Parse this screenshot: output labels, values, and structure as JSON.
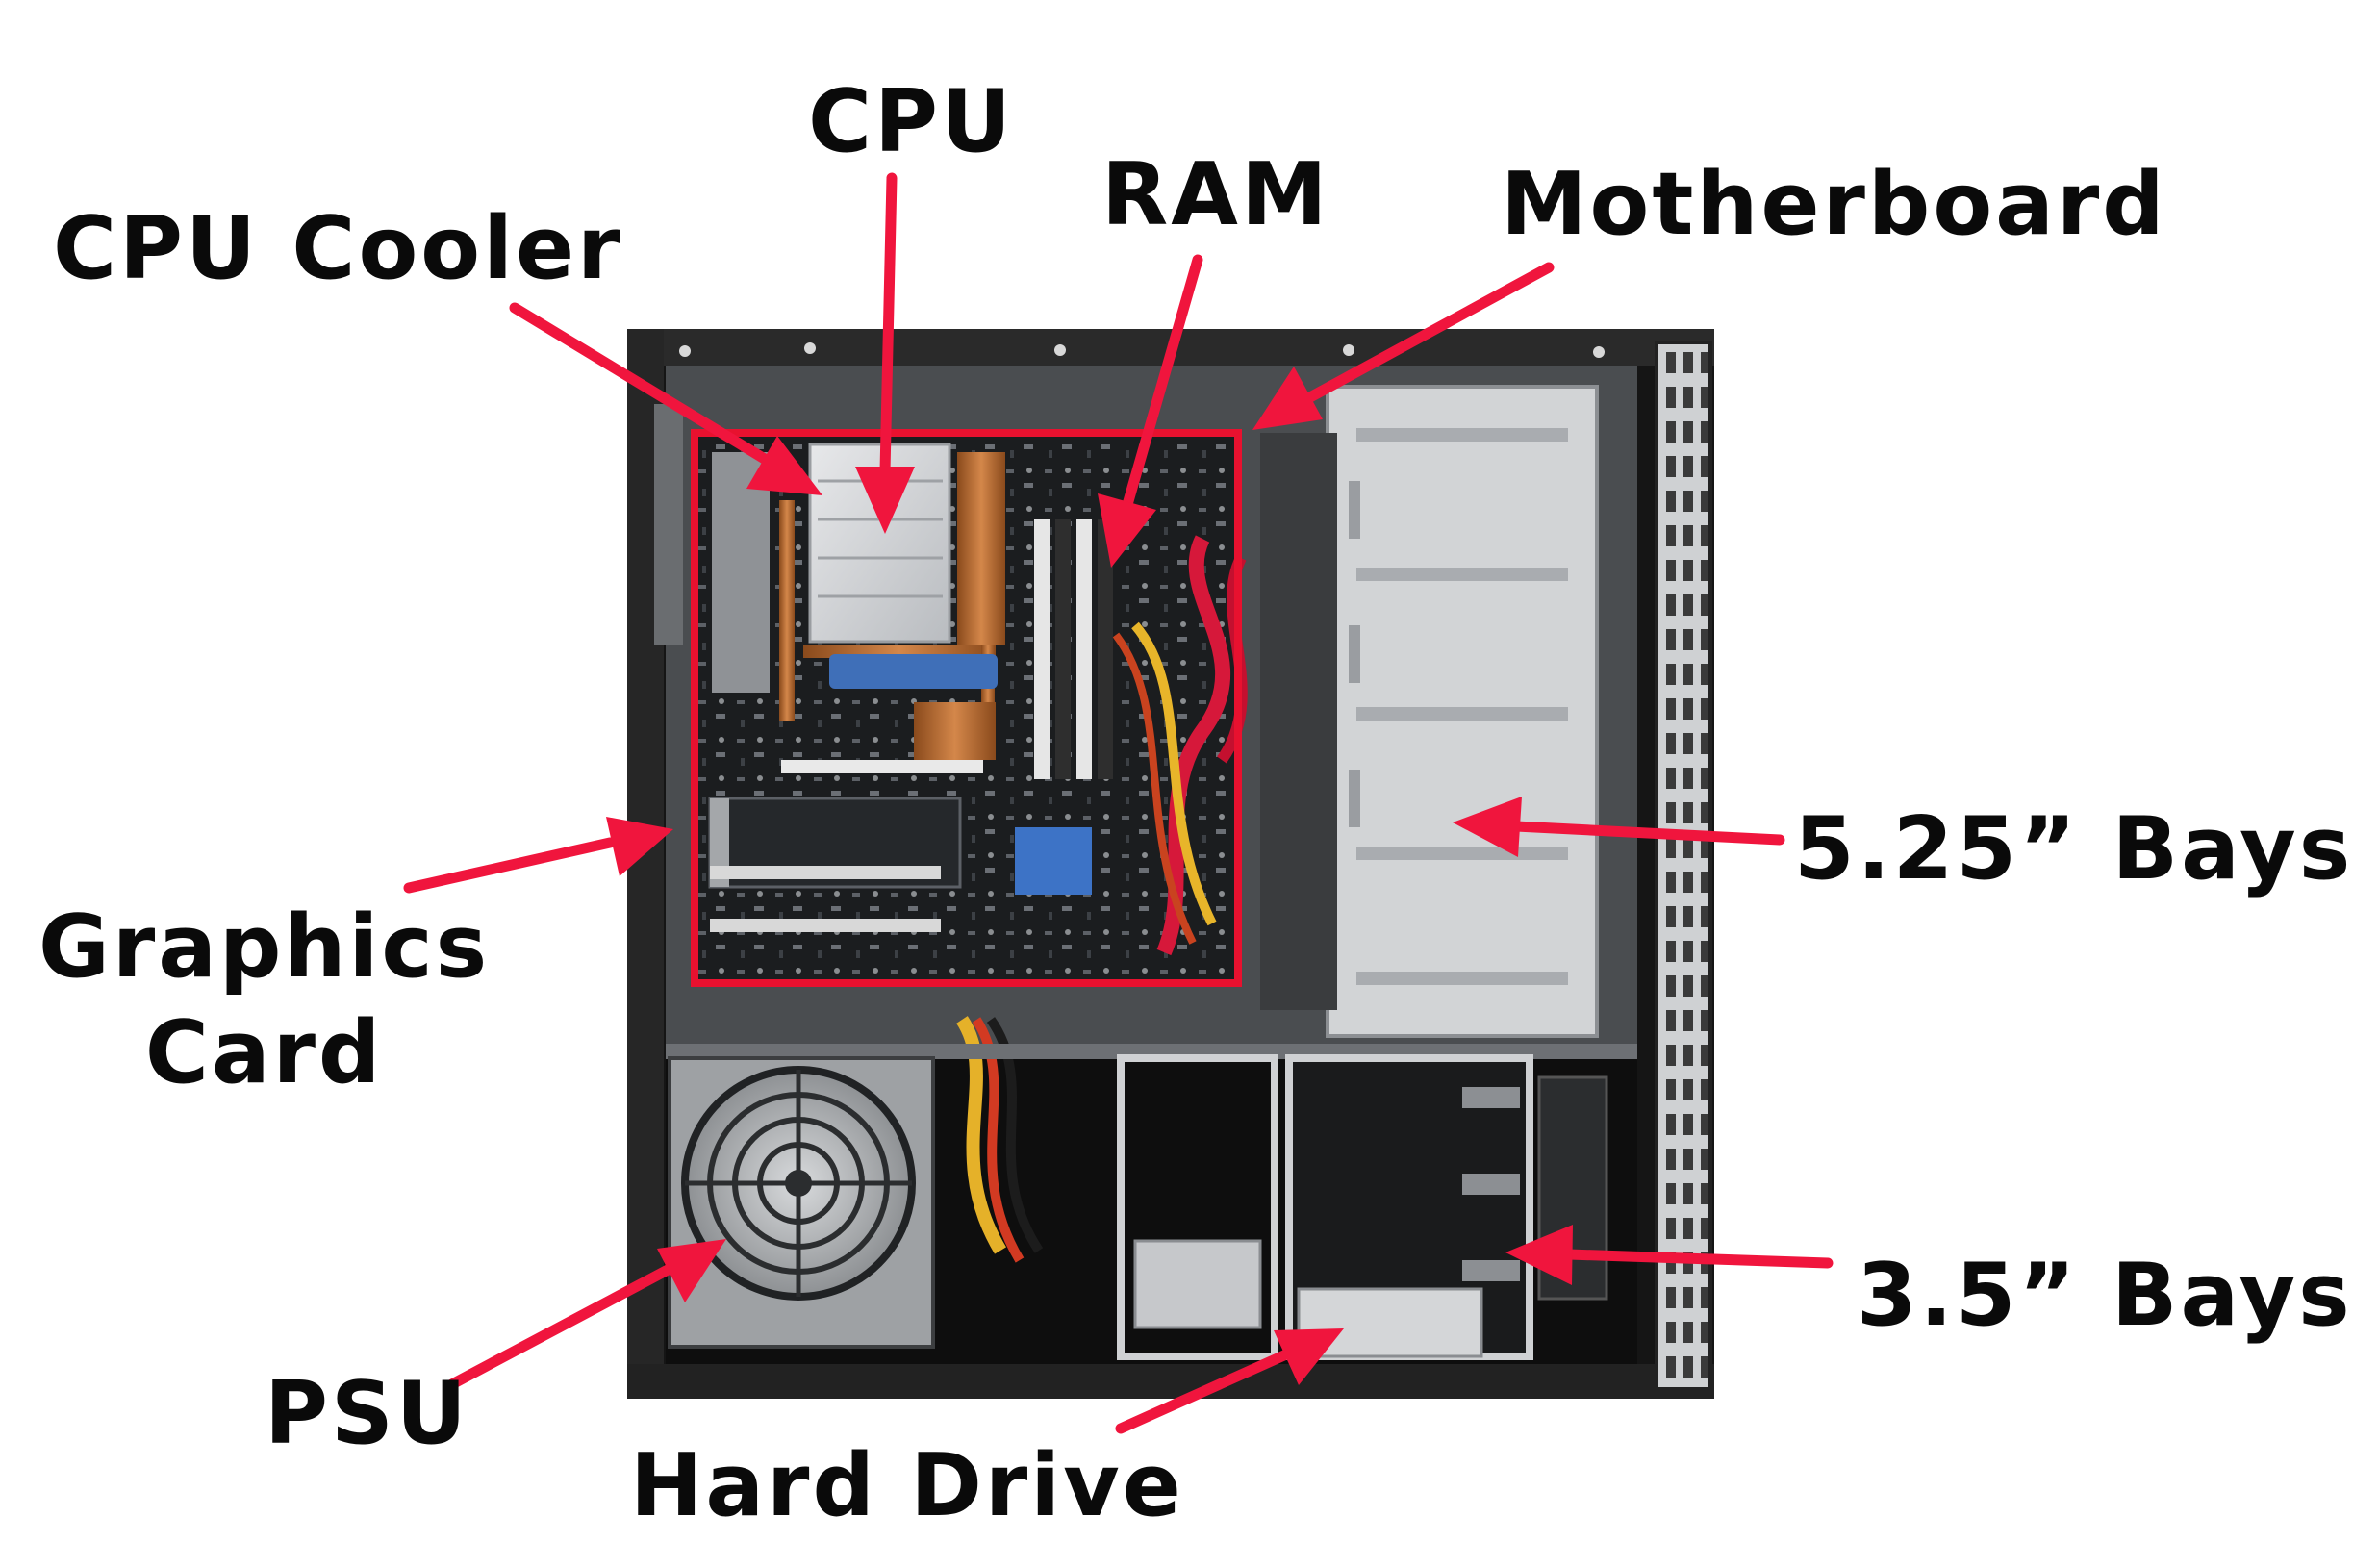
{
  "labels": {
    "cpu": "CPU",
    "ram": "RAM",
    "cpu_cooler": "CPU Cooler",
    "motherboard": "Motherboard",
    "graphics_card_line1": "Graphics",
    "graphics_card_line2": "Card",
    "bays_525": "5.25” Bays",
    "bays_35": "3.5” Bays",
    "psu": "PSU",
    "hard_drive": "Hard Drive"
  },
  "colors": {
    "arrow": "#f0153d",
    "highlight_box": "#e8112f",
    "label_text": "#0a0a0a",
    "case_frame": "#151515",
    "bay_metal": "#d2d4d6"
  }
}
